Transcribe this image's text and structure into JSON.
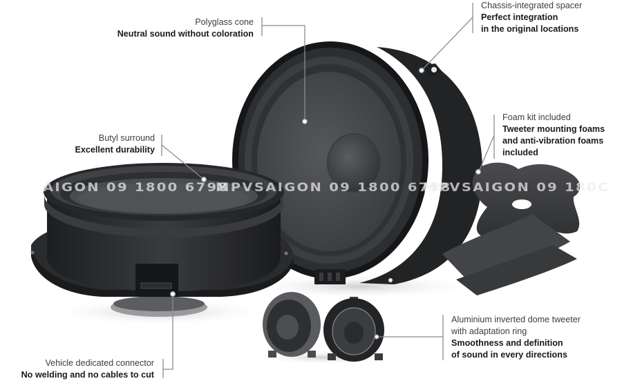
{
  "diagram": {
    "subject": "Vehicle-specific component speaker kit",
    "colors": {
      "background": "#ffffff",
      "speaker_body": "#2b2c2e",
      "cone": "#46484b",
      "foam": "#3a3b3d",
      "leader_line": "#8c8c8c",
      "text_light": "#3d3d3d",
      "text_bold": "#1a1a1a"
    },
    "callouts": [
      {
        "id": "polyglass-cone",
        "title": "Polyglass cone",
        "lines": [
          "Neutral sound without coloration"
        ]
      },
      {
        "id": "chassis-spacer",
        "title": "Chassis-integrated spacer",
        "lines": [
          "Perfect integration",
          "in the original locations"
        ]
      },
      {
        "id": "foam-kit",
        "title": "Foam kit included",
        "lines": [
          "Tweeter mounting foams",
          "and anti-vibration foams",
          "included"
        ]
      },
      {
        "id": "butyl-surround",
        "title": "Butyl surround",
        "lines": [
          "Excellent durability"
        ]
      },
      {
        "id": "vehicle-connector",
        "title": "Vehicle dedicated connector",
        "lines": [
          "No welding and no cables to cut"
        ]
      },
      {
        "id": "tweeter",
        "title": "Aluminium inverted dome tweeter",
        "title2": "with adaptation ring",
        "lines": [
          "Smoothness and definition",
          "of sound in every directions"
        ]
      }
    ],
    "watermark": {
      "segments": [
        "AIGON 09 1800 6798",
        "MPVSAIGON 09 1800 6798",
        "MPVSAIGON 09 180C"
      ]
    }
  }
}
